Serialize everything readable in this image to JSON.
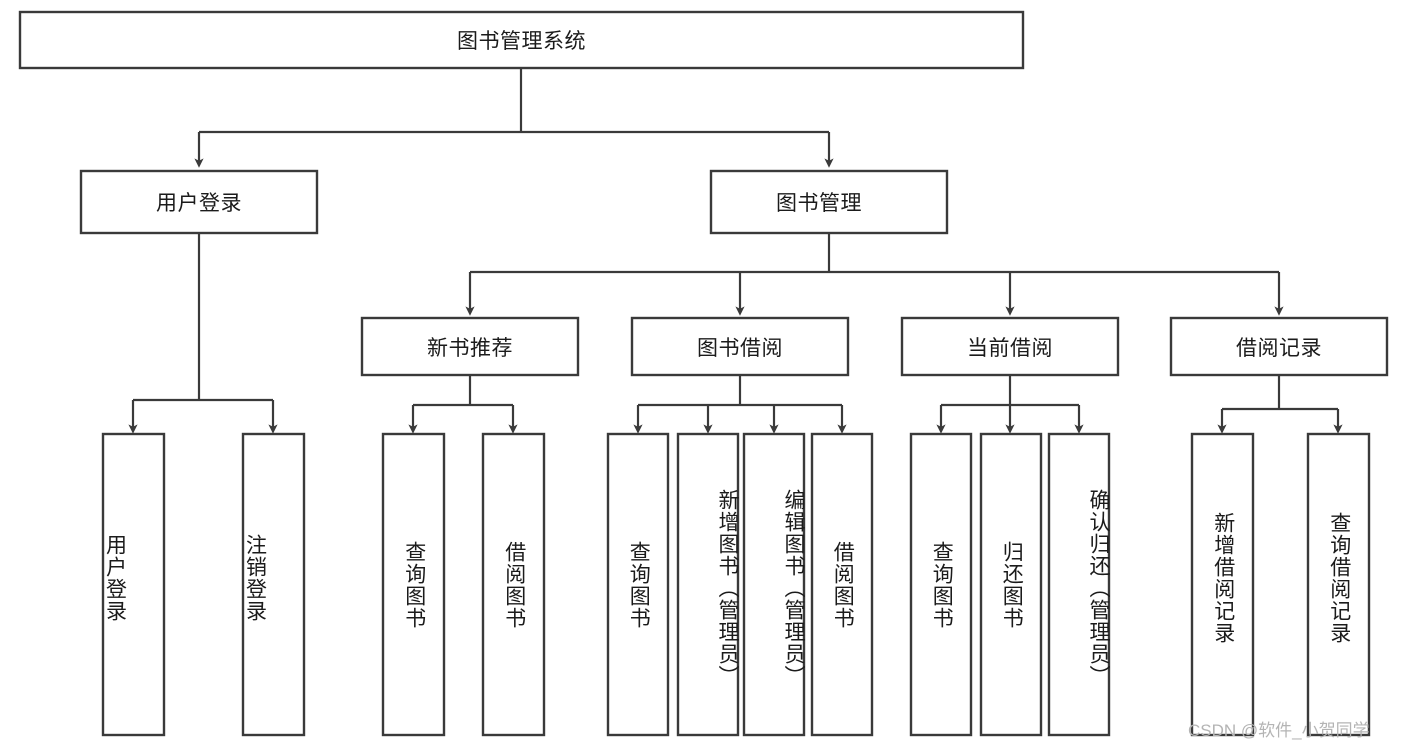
{
  "diagram": {
    "type": "hierarchy-tree",
    "title": "图书管理系统",
    "watermark": "CSDN @软件_小贺同学",
    "colors": {
      "box_fill": "#ffffff",
      "box_stroke": "#3a3a3a",
      "text": "#1b1b1b",
      "watermark": "#b4b4b4",
      "background": "#ffffff"
    },
    "root": {
      "label": "图书管理系统"
    },
    "level2": [
      {
        "label": "用户登录"
      },
      {
        "label": "图书管理"
      }
    ],
    "level3": [
      {
        "label": "新书推荐"
      },
      {
        "label": "图书借阅"
      },
      {
        "label": "当前借阅"
      },
      {
        "label": "借阅记录"
      }
    ],
    "leaves": {
      "user_login": [
        {
          "label": "用户登录"
        },
        {
          "label": "注销登录"
        }
      ],
      "new_book_recommend": [
        {
          "label": "查询图书"
        },
        {
          "label": "借阅图书"
        }
      ],
      "book_borrow": [
        {
          "label": "查询图书"
        },
        {
          "label": "新增图书（管理员）"
        },
        {
          "label": "编辑图书（管理员）"
        },
        {
          "label": "借阅图书"
        }
      ],
      "current_borrow": [
        {
          "label": "查询图书"
        },
        {
          "label": "归还图书"
        },
        {
          "label": "确认归还（管理员）"
        }
      ],
      "borrow_record": [
        {
          "label": "新增借阅记录"
        },
        {
          "label": "查询借阅记录"
        }
      ]
    }
  }
}
